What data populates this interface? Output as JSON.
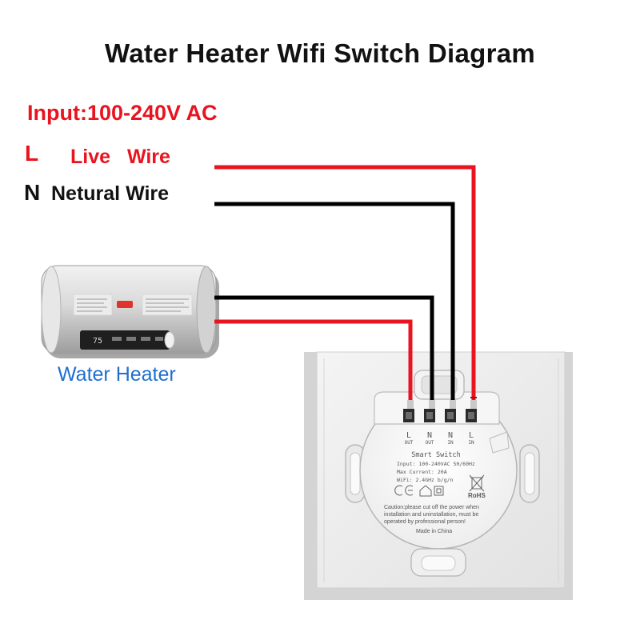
{
  "title": "Water Heater Wifi Switch Diagram",
  "input_label": "Input:100-240V AC",
  "live": {
    "letter": "L",
    "text": "Live Wire"
  },
  "neutral": {
    "letter": "N",
    "text": "Netural Wire"
  },
  "heater_label": "Water Heater",
  "switch_module": {
    "terminals": [
      {
        "letter": "L",
        "sub": "OUT"
      },
      {
        "letter": "N",
        "sub": "OUT"
      },
      {
        "letter": "N",
        "sub": "IN"
      },
      {
        "letter": "L",
        "sub": "IN"
      }
    ],
    "name": "Smart Switch",
    "spec_input": "Input: 100-240VAC 50/60Hz",
    "spec_current": "Max Current: 20A",
    "spec_wifi": "WiFi: 2.4GHz b/g/n",
    "rohs": "RoHS",
    "caution_1": "Caution:please cut off the power when",
    "caution_2": "installation and uninstallation, must be",
    "caution_3": "operated by professional person!",
    "made_in": "Made in China"
  },
  "colors": {
    "live": "#e8141f",
    "neutral": "#000000",
    "heater_label": "#1f6fd0"
  }
}
